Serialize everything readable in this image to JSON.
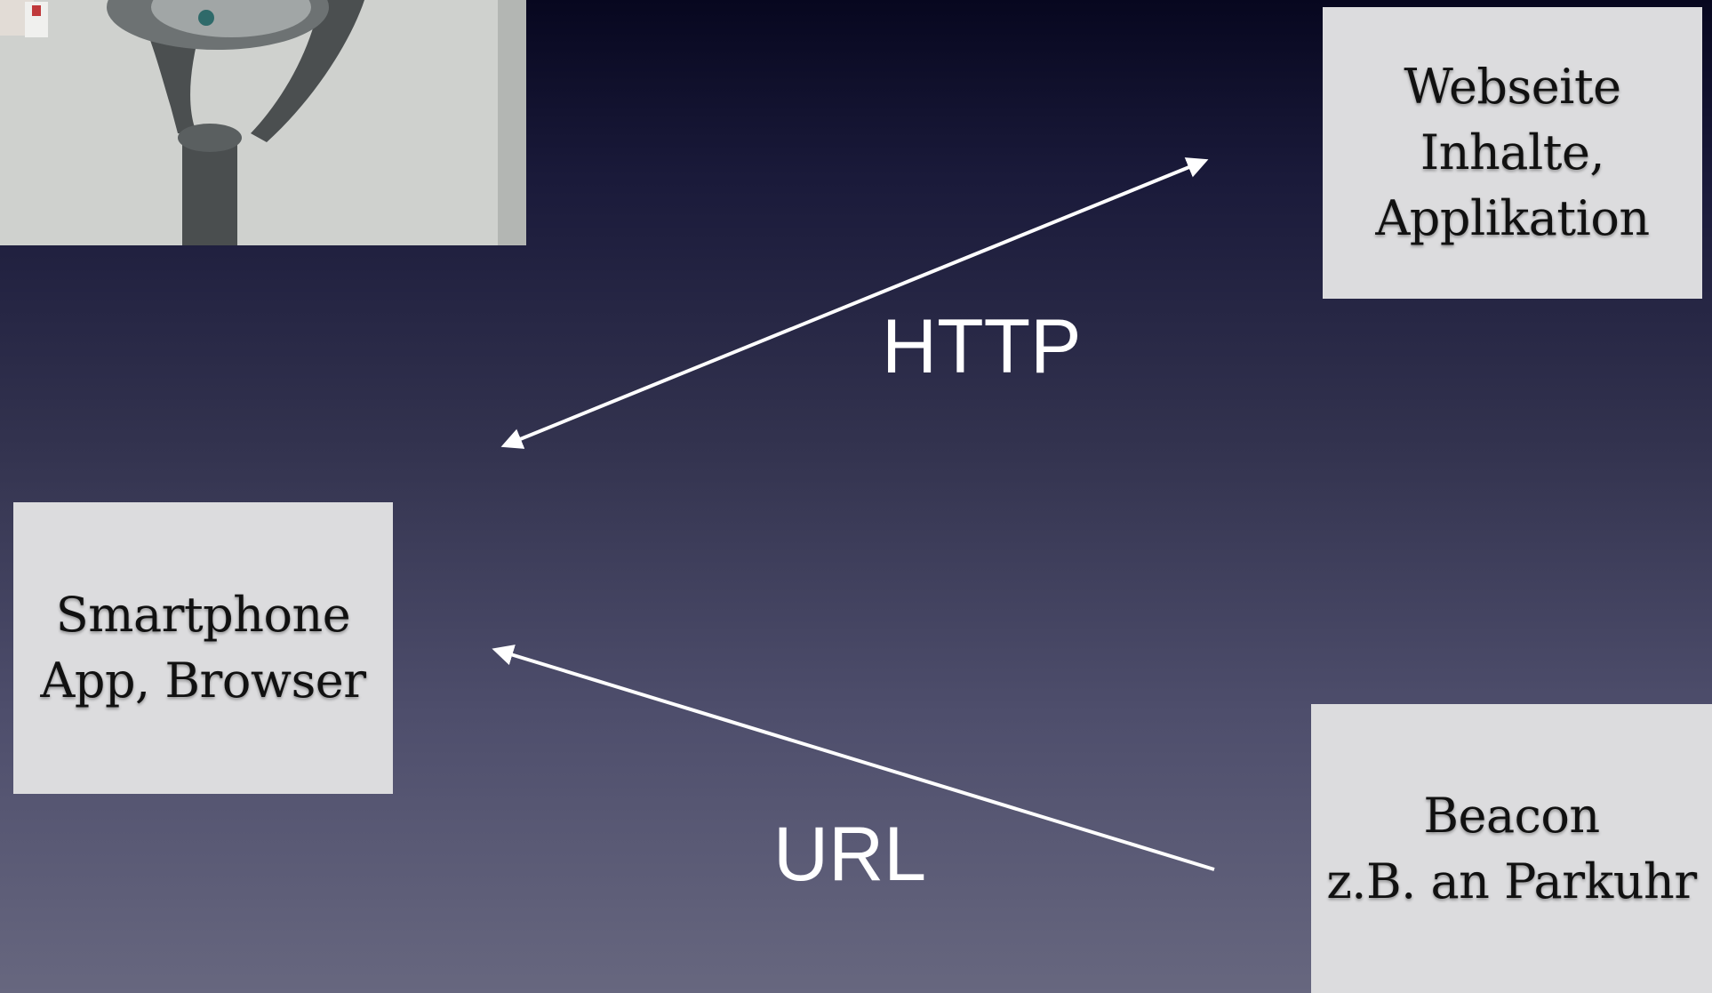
{
  "boxes": {
    "webseite": {
      "lines": [
        "Webseite",
        "Inhalte,",
        "Applikation"
      ]
    },
    "smartphone": {
      "lines": [
        "Smartphone",
        "App, Browser"
      ]
    },
    "beacon": {
      "lines": [
        "Beacon",
        "z.B. an Parkuhr"
      ]
    }
  },
  "connections": {
    "http": {
      "label": "HTTP",
      "from": "smartphone",
      "to": "webseite",
      "direction": "bidirectional"
    },
    "url": {
      "label": "URL",
      "from": "beacon",
      "to": "smartphone",
      "direction": "one-way"
    }
  },
  "colors": {
    "background_top": "#07071f",
    "background_bottom": "#67677f",
    "box_fill": "#dcdcde",
    "box_text": "#111111",
    "arrow": "#ffffff"
  }
}
